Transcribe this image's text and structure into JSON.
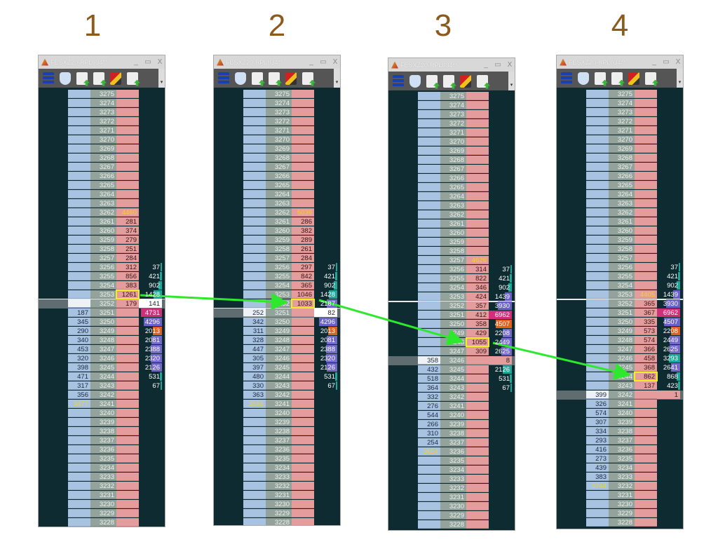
{
  "step_labels": [
    "1",
    "2",
    "3",
    "4"
  ],
  "window_title": "FESXZ20-RPL034**",
  "window_buttons": {
    "minimize": "_",
    "maximize": "▭",
    "close": "X"
  },
  "toolbar_icons": [
    "stack-icon",
    "tooth-icon",
    "export-icon",
    "import-icon",
    "flag-icon",
    "document-icon"
  ],
  "colors": {
    "bid": "#a8c3e2",
    "ask": "#e59c9c",
    "price": "#93a39c",
    "background": "#0d2b31",
    "highlight": "#f0f020",
    "arrow": "#2ee82e",
    "step_label": "#8c5a1c"
  },
  "price_top": 3275,
  "price_bottom": 3228,
  "panels": [
    {
      "current": 3252,
      "box": 3253,
      "sep_after": 3253,
      "asks": {
        "3262": "4460",
        "3261": "281",
        "3260": "374",
        "3259": "279",
        "3258": "251",
        "3257": "284",
        "3256": "312",
        "3255": "856",
        "3254": "383",
        "3253": "1261",
        "3252": "179"
      },
      "bids": {
        "3251": "187",
        "3250": "345",
        "3249": "290",
        "3248": "340",
        "3247": "453",
        "3246": "320",
        "3245": "398",
        "3244": "471",
        "3243": "317",
        "3242": "356",
        "3241": "3477"
      },
      "big": [
        "3262",
        "3241"
      ],
      "volume": {
        "3256": [
          "37",
          "#1fa89a",
          0.05
        ],
        "3255": [
          "421",
          "#1fa89a",
          0.1
        ],
        "3254": [
          "902",
          "#1fa89a",
          0.15
        ],
        "3253": [
          "1428",
          "#1fa89a",
          0.35
        ],
        "3252": [
          "141",
          "#ffffff",
          1
        ],
        "3251": [
          "4731",
          "#d0307a",
          0.9
        ],
        "3250": [
          "4296",
          "#6a62c8",
          0.8
        ],
        "3249": [
          "2013",
          "#e06020",
          0.4
        ],
        "3248": [
          "2081",
          "#7468c8",
          0.45
        ],
        "3247": [
          "2388",
          "#7468c8",
          0.5
        ],
        "3246": [
          "2320",
          "#7468c8",
          0.5
        ],
        "3245": [
          "2126",
          "#7468c8",
          0.45
        ],
        "3244": [
          "531",
          "#1fa89a",
          0.1
        ],
        "3243": [
          "67",
          "#1fa89a",
          0.05
        ]
      }
    },
    {
      "current": 3251,
      "box": 3252,
      "sep_after": 3252,
      "asks": {
        "3262": "5036",
        "3261": "286",
        "3260": "382",
        "3259": "289",
        "3258": "261",
        "3257": "284",
        "3256": "297",
        "3255": "842",
        "3254": "365",
        "3253": "1046",
        "3252": "1033"
      },
      "bids": {
        "3251": "252",
        "3250": "342",
        "3249": "311",
        "3248": "328",
        "3247": "447",
        "3246": "305",
        "3245": "397",
        "3244": "480",
        "3243": "330",
        "3242": "363",
        "3241": "3656"
      },
      "big": [
        "3262",
        "3241"
      ],
      "volume": {
        "3256": [
          "37",
          "#1fa89a",
          0.05
        ],
        "3255": [
          "421",
          "#1fa89a",
          0.1
        ],
        "3254": [
          "902",
          "#1fa89a",
          0.15
        ],
        "3253": [
          "1428",
          "#1fa89a",
          0.35
        ],
        "3252": [
          "2187",
          "#7468c8",
          0.45
        ],
        "3251": [
          "82",
          "#ffffff",
          1
        ],
        "3250": [
          "4296",
          "#6a62c8",
          0.8
        ],
        "3249": [
          "2013",
          "#e06020",
          0.4
        ],
        "3248": [
          "2081",
          "#7468c8",
          0.45
        ],
        "3247": [
          "2388",
          "#7468c8",
          0.5
        ],
        "3246": [
          "2320",
          "#7468c8",
          0.5
        ],
        "3245": [
          "2126",
          "#7468c8",
          0.45
        ],
        "3244": [
          "531",
          "#1fa89a",
          0.1
        ],
        "3243": [
          "67",
          "#1fa89a",
          0.05
        ]
      }
    },
    {
      "current": 3246,
      "box": 3248,
      "sep_after": 3253,
      "asks": {
        "3257": "4626",
        "3256": "314",
        "3255": "822",
        "3254": "346",
        "3253": "424",
        "3252": "357",
        "3251": "412",
        "3250": "358",
        "3249": "429",
        "3248": "1055",
        "3247": "309"
      },
      "bids": {
        "3246": "358",
        "3245": "432",
        "3244": "518",
        "3243": "364",
        "3242": "332",
        "3241": "276",
        "3240": "544",
        "3239": "266",
        "3238": "310",
        "3237": "254",
        "3236": "3654"
      },
      "big": [
        "3257",
        "3236"
      ],
      "volume": {
        "3256": [
          "37",
          "#1fa89a",
          0.05
        ],
        "3255": [
          "421",
          "#1fa89a",
          0.1
        ],
        "3254": [
          "902",
          "#1fa89a",
          0.15
        ],
        "3253": [
          "1439",
          "#6a62c8",
          0.3
        ],
        "3252": [
          "3930",
          "#6a62c8",
          0.6
        ],
        "3251": [
          "6962",
          "#d0307a",
          1
        ],
        "3250": [
          "4507",
          "#e06020",
          0.7
        ],
        "3249": [
          "2208",
          "#7468c8",
          0.4
        ],
        "3248": [
          "2449",
          "#7468c8",
          0.45
        ],
        "3247": [
          "2625",
          "#7468c8",
          0.45
        ],
        "3246": [
          "8",
          "#e59c9c",
          1
        ],
        "3245": [
          "2126",
          "#1fa89a",
          0.4
        ],
        "3244": [
          "531",
          "#1fa89a",
          0.1
        ],
        "3243": [
          "67",
          "#1fa89a",
          0.05
        ]
      }
    },
    {
      "current": 3242,
      "box": 3244,
      "sep_after": 3253,
      "asks": {
        "3253": "4405",
        "3252": "365",
        "3251": "367",
        "3250": "335",
        "3249": "573",
        "3248": "574",
        "3247": "366",
        "3246": "458",
        "3245": "368",
        "3244": "862",
        "3243": "137"
      },
      "bids": {
        "3242": "399",
        "3241": "326",
        "3240": "574",
        "3239": "307",
        "3238": "334",
        "3237": "293",
        "3236": "416",
        "3235": "273",
        "3234": "439",
        "3233": "383",
        "3232": "3744"
      },
      "big": [
        "3253",
        "3232"
      ],
      "volume": {
        "3256": [
          "37",
          "#1fa89a",
          0.05
        ],
        "3255": [
          "421",
          "#1fa89a",
          0.1
        ],
        "3254": [
          "902",
          "#1fa89a",
          0.15
        ],
        "3253": [
          "1439",
          "#6a62c8",
          0.3
        ],
        "3252": [
          "3930",
          "#6a62c8",
          0.6
        ],
        "3251": [
          "6962",
          "#d0307a",
          1
        ],
        "3250": [
          "4507",
          "#6a62c8",
          0.7
        ],
        "3249": [
          "2208",
          "#e06020",
          0.4
        ],
        "3248": [
          "2449",
          "#7468c8",
          0.45
        ],
        "3247": [
          "2625",
          "#7468c8",
          0.45
        ],
        "3246": [
          "3293",
          "#1fa89a",
          0.5
        ],
        "3245": [
          "2641",
          "#7468c8",
          0.4
        ],
        "3244": [
          "868",
          "#1fa89a",
          0.15
        ],
        "3243": [
          "423",
          "#1fa89a",
          0.1
        ],
        "3242": [
          "1",
          "#e59c9c",
          1
        ]
      }
    }
  ]
}
